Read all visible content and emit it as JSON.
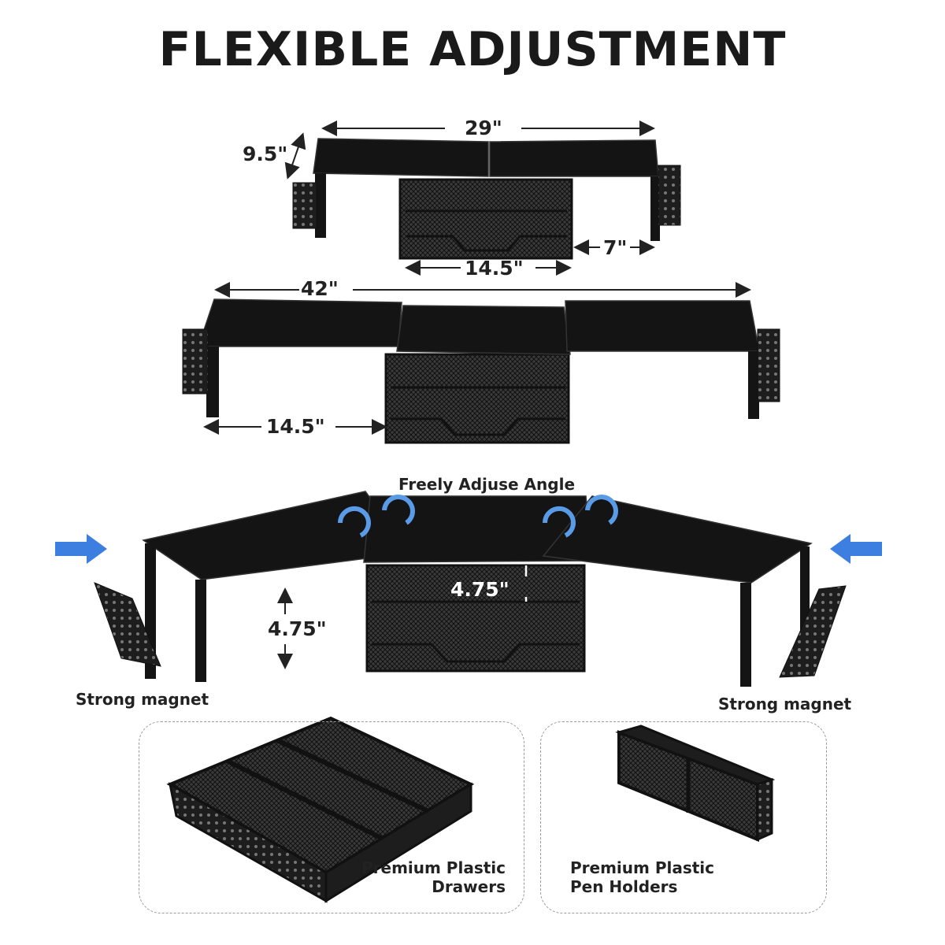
{
  "title": "FLEXIBLE ADJUSTMENT",
  "dimensions": {
    "top_width": "29\"",
    "top_depth": "9.5\"",
    "top_drawer_width": "14.5\"",
    "top_side_gap": "7\"",
    "mid_width": "42\"",
    "mid_side_width": "14.5\"",
    "height_left": "4.75\"",
    "height_drawer": "4.75\""
  },
  "labels": {
    "angle": "Freely Adjuse Angle",
    "magnet_left": "Strong magnet",
    "magnet_right": "Strong magnet",
    "drawers_line1": "Premium Plastic",
    "drawers_line2": "Drawers",
    "holders_line1": "Premium Plastic",
    "holders_line2": "Pen Holders"
  },
  "colors": {
    "board": "#141414",
    "mesh": "#2a2a2a",
    "arrow_blue": "#3d7fe0",
    "rotate_blue": "#5a9be8"
  },
  "icons": [
    "rotate-arrow-icon",
    "push-arrow-icon",
    "dimension-arrow-icon"
  ]
}
